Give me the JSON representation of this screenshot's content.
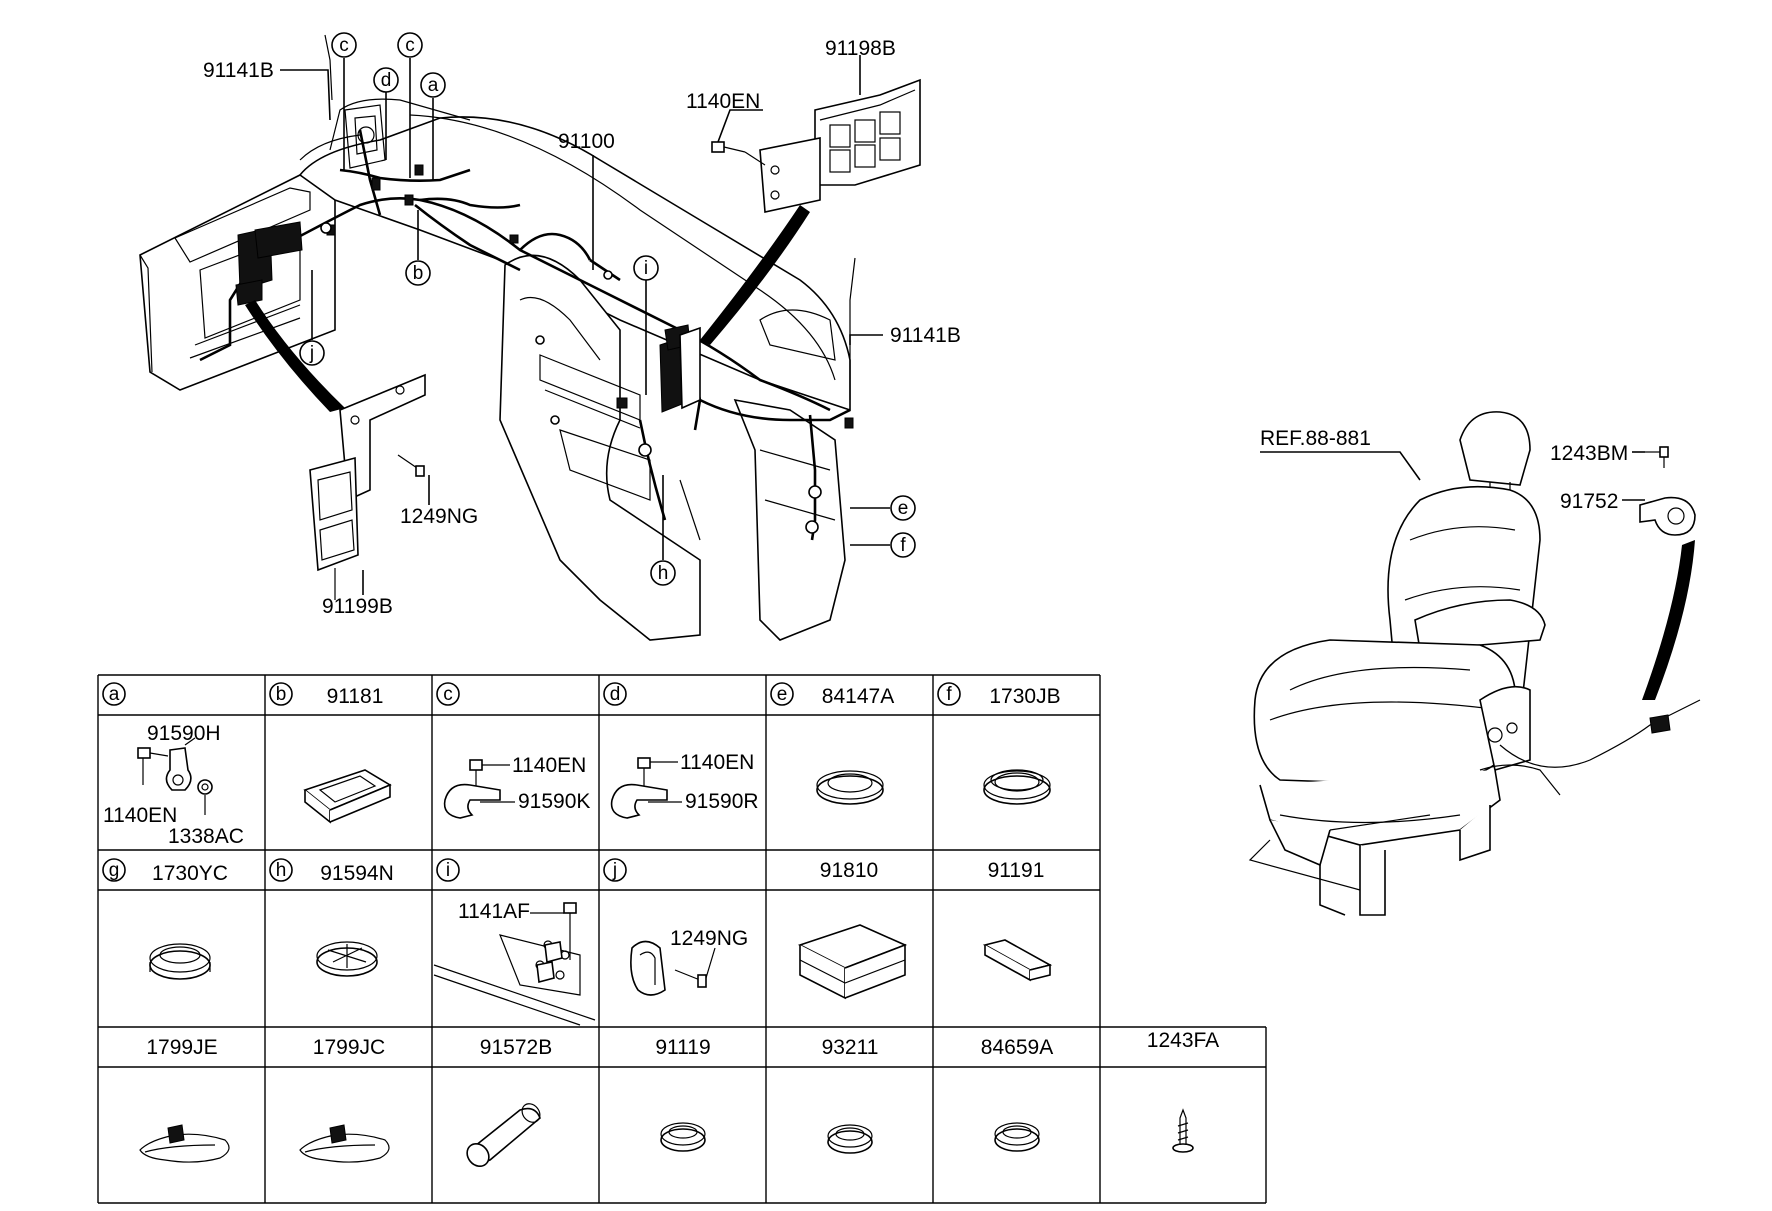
{
  "callouts": {
    "c91141B_left": "91141B",
    "c91198B": "91198B",
    "c1140EN_top": "1140EN",
    "c91100": "91100",
    "c91141B_right": "91141B",
    "c1249NG": "1249NG",
    "c91199B": "91199B",
    "cREF": "REF.88-881",
    "c1243BM": "1243BM",
    "c91752": "91752"
  },
  "letters": [
    "a",
    "b",
    "c",
    "d",
    "e",
    "f",
    "g",
    "h",
    "i",
    "j"
  ],
  "table": {
    "row1_headers": [
      {
        "letter": "a",
        "code": ""
      },
      {
        "letter": "b",
        "code": "91181"
      },
      {
        "letter": "c",
        "code": ""
      },
      {
        "letter": "d",
        "code": ""
      },
      {
        "letter": "e",
        "code": "84147A"
      },
      {
        "letter": "f",
        "code": "1730JB"
      }
    ],
    "row2_headers": [
      {
        "letter": "g",
        "code": "1730YC"
      },
      {
        "letter": "h",
        "code": "91594N"
      },
      {
        "letter": "i",
        "code": ""
      },
      {
        "letter": "j",
        "code": ""
      },
      {
        "letter": "",
        "code": "91810"
      },
      {
        "letter": "",
        "code": "91191"
      }
    ],
    "row3_headers": [
      "1799JE",
      "1799JC",
      "91572B",
      "91119",
      "93211",
      "84659A",
      "1243FA"
    ],
    "cell_a": {
      "p1": "91590H",
      "p2": "1140EN",
      "p3": "1338AC"
    },
    "cell_c": {
      "p1": "1140EN",
      "p2": "91590K"
    },
    "cell_d": {
      "p1": "1140EN",
      "p2": "91590R"
    },
    "cell_i": {
      "p1": "1141AF"
    },
    "cell_j": {
      "p1": "1249NG"
    }
  }
}
